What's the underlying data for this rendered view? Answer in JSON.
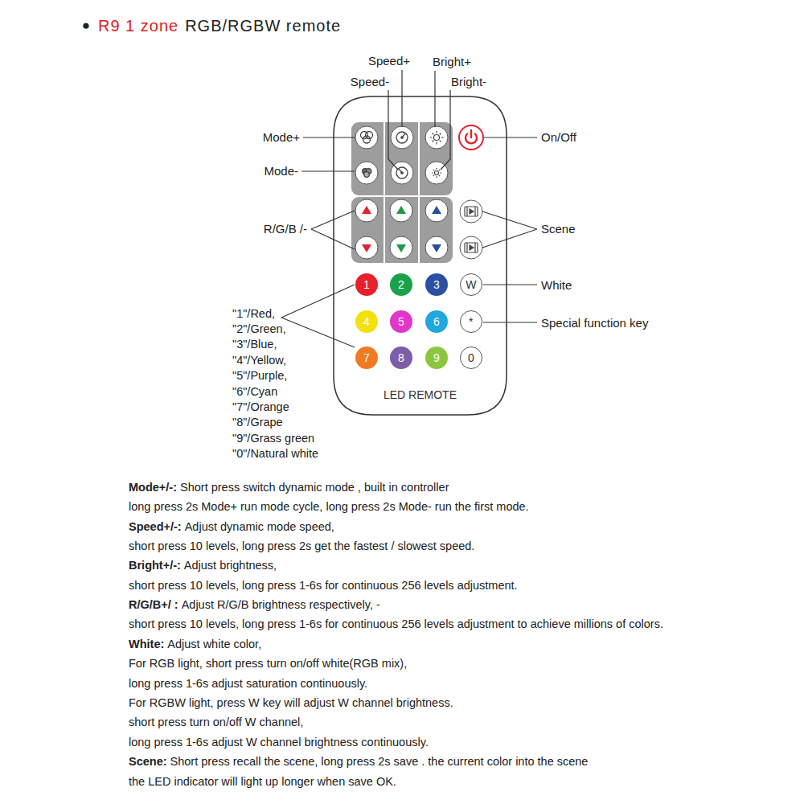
{
  "diagram": {
    "nodes": [
      {
        "text": [
          "LED REMOTE"
        ]
      },
      {
        "text": [
          "1"
        ],
        "in": 0
      },
      {
        "text": [
          "2"
        ],
        "in": 0
      },
      {
        "text": [
          "3"
        ],
        "in": 0
      },
      {
        "text": [
          "W"
        ],
        "in": 0
      },
      {
        "text": [
          "4"
        ],
        "in": 0
      },
      {
        "text": [
          "5"
        ],
        "in": 0
      },
      {
        "text": [
          "6"
        ],
        "in": 0
      },
      {
        "text": [
          "*"
        ],
        "in": 0
      },
      {
        "text": [
          "7"
        ],
        "in": 0
      },
      {
        "text": [
          "8"
        ],
        "in": 0
      },
      {
        "text": [
          "9"
        ],
        "in": 0
      },
      {
        "text": [
          "0"
        ],
        "in": 0
      }
    ],
    "labels": [
      "●",
      "R9 1 zone",
      "RGB/RGBW remote",
      "Speed+",
      "Bright+",
      "Speed-",
      "Bright-",
      "Mode+",
      "Mode-",
      "On/Off",
      "R/G/B /-",
      "Scene",
      "White",
      "Special function key",
      "\"1\"/Red,",
      "\"2\"/Green,",
      "\"3\"/Blue,",
      "\"4\"/Yellow,",
      "\"5\"/Purple,",
      "\"6\"/Cyan",
      "\"7\"/Orange",
      "\"8\"/Grape",
      "\"9\"/Grass green",
      "\"0\"/Natural white",
      "Mode+/-:",
      "Short press switch dynamic mode , built in controller",
      "long press 2s Mode+ run mode cycle, long press 2s Mode- run the first mode.",
      "Speed+/-:",
      "Adjust dynamic mode speed,",
      "short press 10 levels, long press 2s get the fastest / slowest speed.",
      "Bright+/-:",
      "Adjust brightness,",
      "short press 10 levels, long press 1-6s for continuous 256 levels adjustment.",
      "R/G/B+/ :",
      "Adjust R/G/B brightness respectively, -",
      "short press 10 levels, long press 1-6s for continuous 256 levels adjustment to achieve millions of colors.",
      "White:",
      "Adjust white color,",
      "For RGB light, short press turn on/off white(RGB mix),",
      "long press 1-6s adjust saturation continuously.",
      "For RGBW light, press W key will adjust W channel brightness.",
      "short press turn on/off W channel,",
      "long press 1-6s adjust W channel brightness continuously.",
      "Scene:",
      "Short press recall the scene, long press 2s save . the current color into the scene",
      "the LED indicator will light up longer when save OK."
    ]
  }
}
